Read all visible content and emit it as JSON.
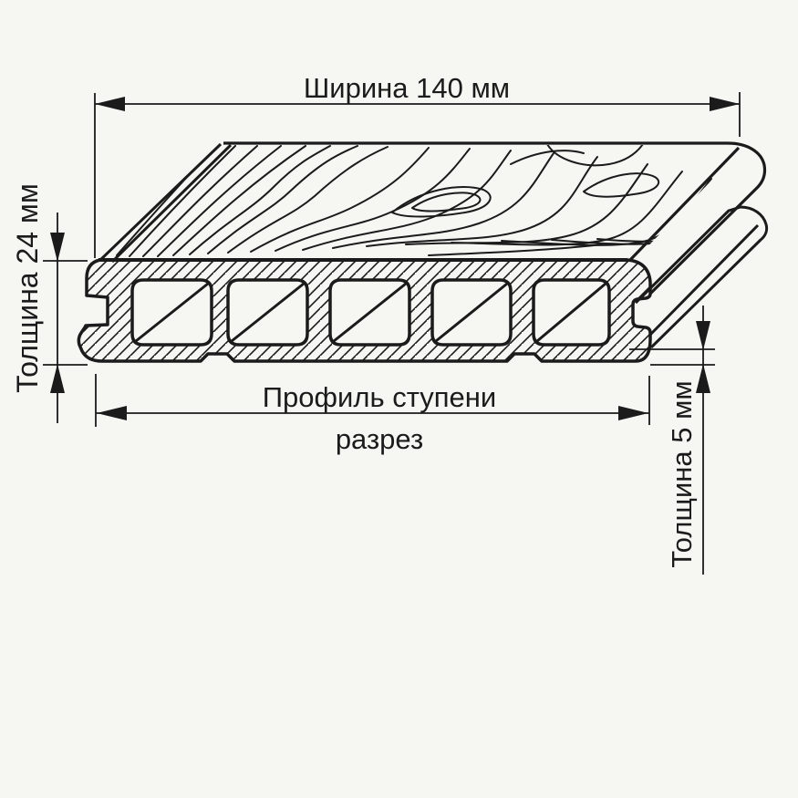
{
  "diagram": {
    "labels": {
      "width": "Ширина 140 мм",
      "thickness_left": "Толщина 24 мм",
      "thickness_right": "Толщина 5 мм",
      "caption_line1": "Профиль ступени",
      "caption_line2": "разрез"
    },
    "chamber_count": 5,
    "colors": {
      "background": "#f6f6f3",
      "line": "#1b1b1b"
    }
  }
}
